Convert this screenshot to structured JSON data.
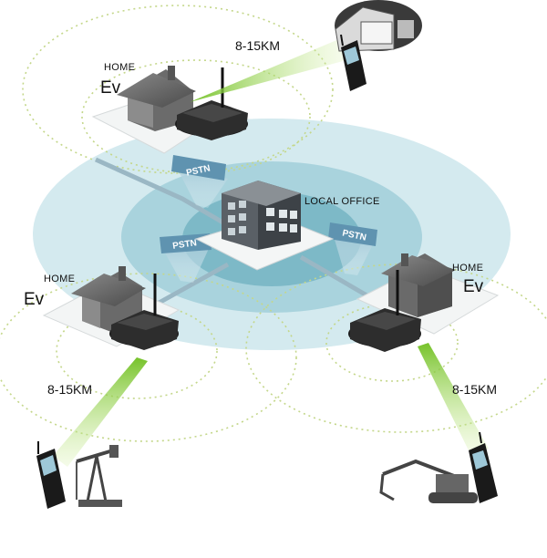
{
  "labels": {
    "local_office": "LOCAL OFFICE",
    "pstn": "PSTN",
    "home": "HOME",
    "ev": "Ev",
    "range": "8-15KM"
  },
  "colors": {
    "outer_ring": "#cde7ec",
    "middle_ring": "#a9d3dd",
    "inner_ring": "#7ab8c6",
    "dotted_circle": "#c7d98a",
    "signal_beam": "#8ccf3a",
    "pstn_tag": "#5f93b0"
  },
  "icons": [
    "office-building-icon",
    "house-icon",
    "router-icon",
    "mobile-phone-icon",
    "warehouse-icon",
    "oil-pump-icon",
    "excavator-icon"
  ]
}
